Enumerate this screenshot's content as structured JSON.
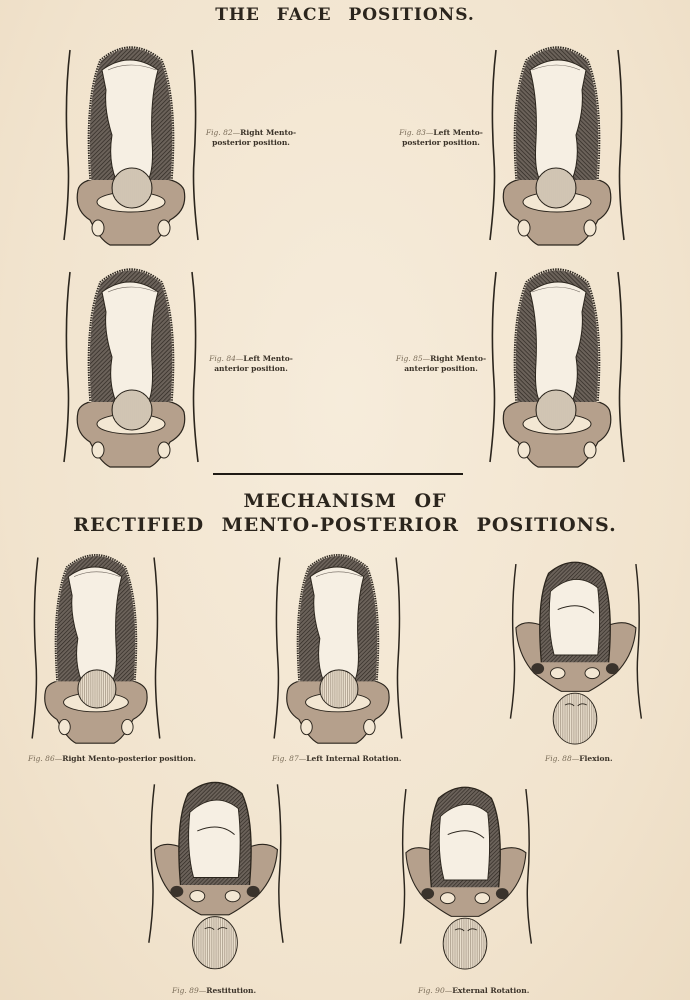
{
  "titles": {
    "top": "THE FACE POSITIONS.",
    "bottom_line1": "MECHANISM OF",
    "bottom_line2": "RECTIFIED MENTO-POSTERIOR POSITIONS."
  },
  "colors": {
    "paper": "#f3e7d3",
    "ink": "#2b251d",
    "pelvis": "#b5a08c",
    "uterus_hatch": "#4a433c"
  },
  "figures": [
    {
      "num": "Fig. 82—",
      "line1": "Right Mento-",
      "line2": "posterior position."
    },
    {
      "num": "Fig. 83—",
      "line1": "Left Mento-",
      "line2": "posterior position."
    },
    {
      "num": "Fig. 84—",
      "line1": "Left Mento-",
      "line2": "anterior position."
    },
    {
      "num": "Fig. 85—",
      "line1": "Right Mento-",
      "line2": "anterior position."
    },
    {
      "num": "Fig. 86—",
      "line1": "Right Mento-posterior position."
    },
    {
      "num": "Fig. 87—",
      "line1": "Left Internal Rotation."
    },
    {
      "num": "Fig. 88—",
      "line1": "Flexion."
    },
    {
      "num": "Fig. 89—",
      "line1": "Restitution."
    },
    {
      "num": "Fig. 90—",
      "line1": "External Rotation."
    }
  ]
}
